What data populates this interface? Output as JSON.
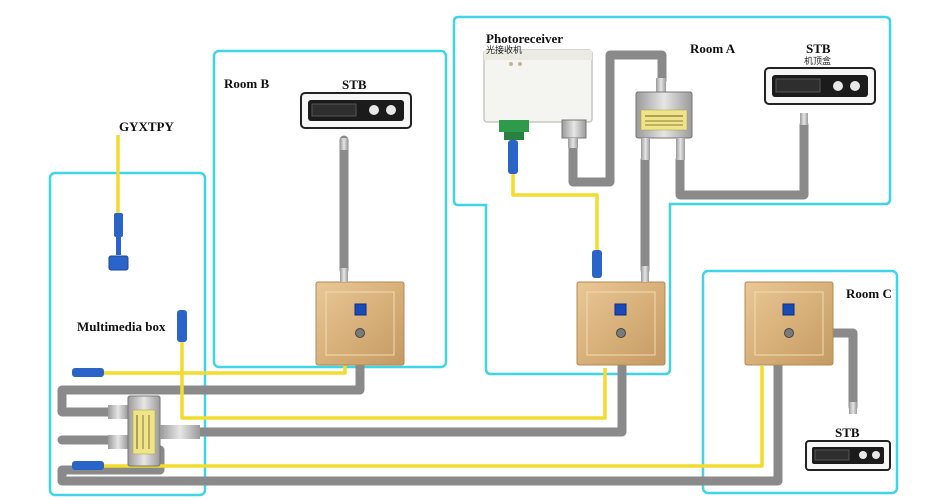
{
  "labels": {
    "gyxtpy": "GYXTPY",
    "multimedia_box": "Multimedia box",
    "room_b": "Room B",
    "room_a": "Room A",
    "room_c": "Room C",
    "stb_b": "STB",
    "stb_a": "STB",
    "stb_a_cn": "机顶盒",
    "stb_c": "STB",
    "photoreceiver": "Photoreceiver",
    "photoreceiver_cn": "光接收机"
  },
  "colors": {
    "room_border": "#3ed6e6",
    "coax_cable": "#8a8a8a",
    "fiber_cable": "#f2dc2e",
    "wall_plate": "#d8b07a",
    "fiber_connector": "#2a64c8",
    "device_body": "#f4f4f4"
  }
}
